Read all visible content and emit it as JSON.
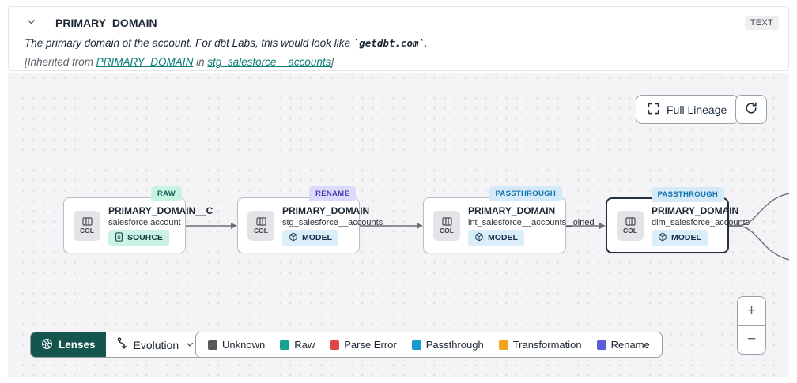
{
  "header": {
    "title": "PRIMARY_DOMAIN",
    "type_badge": "TEXT",
    "description_prefix": "The primary domain of the account. For dbt Labs, this would look like ",
    "description_code": "`getdbt.com`",
    "description_suffix": ".",
    "inherited_prefix": "[Inherited from ",
    "inherited_link_column": "PRIMARY_DOMAIN",
    "inherited_middle": " in ",
    "inherited_link_model": "stg_salesforce__accounts",
    "inherited_suffix": "]"
  },
  "toolbar": {
    "full_lineage_label": "Full Lineage"
  },
  "nodes": [
    {
      "badge": "RAW",
      "col_label": "COL",
      "title": "PRIMARY_DOMAIN__C",
      "subtitle": "salesforce.account",
      "resource": "SOURCE"
    },
    {
      "badge": "RENAME",
      "col_label": "COL",
      "title": "PRIMARY_DOMAIN",
      "subtitle": "stg_salesforce__accounts",
      "resource": "MODEL"
    },
    {
      "badge": "PASSTHROUGH",
      "col_label": "COL",
      "title": "PRIMARY_DOMAIN",
      "subtitle": "int_salesforce__accounts_joined",
      "resource": "MODEL"
    },
    {
      "badge": "PASSTHROUGH",
      "col_label": "COL",
      "title": "PRIMARY_DOMAIN",
      "subtitle": "dim_salesforce_accounts",
      "resource": "MODEL",
      "selected": true
    }
  ],
  "footer": {
    "lenses_label": "Lenses",
    "lens_selected": "Evolution",
    "legend": [
      {
        "label": "Unknown",
        "color": "#58585b"
      },
      {
        "label": "Raw",
        "color": "#16a394"
      },
      {
        "label": "Parse Error",
        "color": "#e0474b"
      },
      {
        "label": "Passthrough",
        "color": "#189ad3"
      },
      {
        "label": "Transformation",
        "color": "#f2a41f"
      },
      {
        "label": "Rename",
        "color": "#5c5ad6"
      }
    ]
  },
  "zoom_controls": {
    "zoom_in": "+",
    "zoom_out": "−"
  },
  "accent_colors": {
    "teal_link": "#0c7e77",
    "lenses_bg": "#14564e",
    "canvas_bg": "#f4f4f6",
    "selected_border": "#232f3e"
  }
}
